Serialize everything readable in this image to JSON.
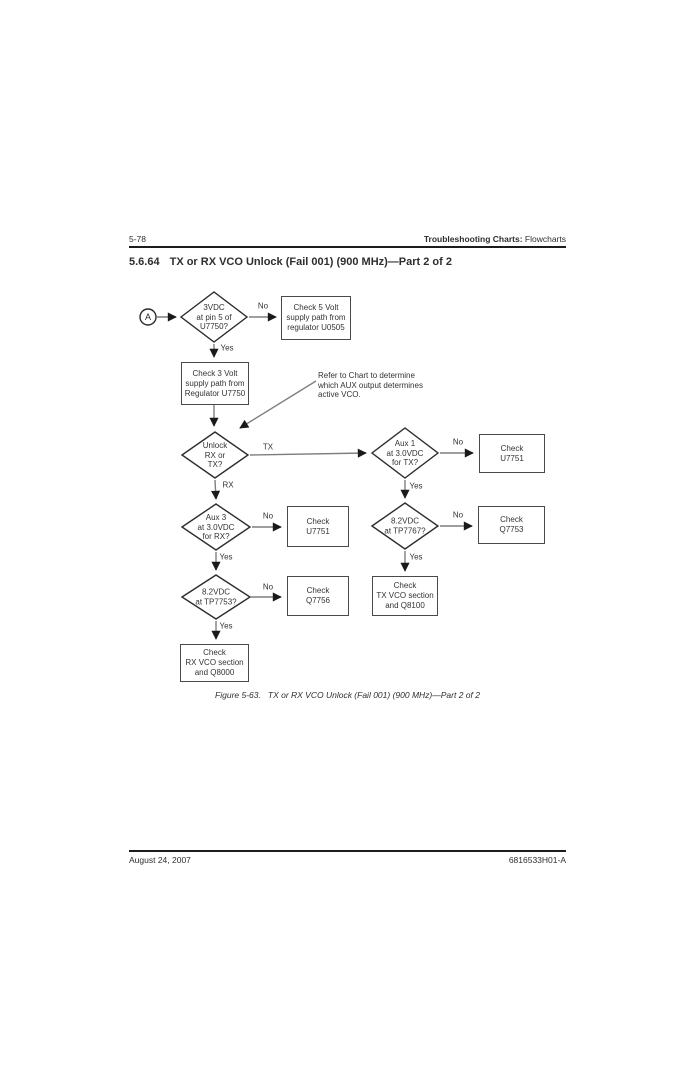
{
  "page": {
    "header": {
      "page_number": "5-78",
      "section_bold": "Troubleshooting Charts:",
      "section_normal": "Flowcharts"
    },
    "title": {
      "number": "5.6.64",
      "text": "TX or RX VCO Unlock (Fail 001) (900 MHz)—Part 2 of 2"
    },
    "caption": {
      "label": "Figure 5-63.",
      "text": "TX or RX VCO Unlock (Fail 001) (900 MHz)—Part 2 of 2"
    },
    "footer": {
      "date": "August 24, 2007",
      "doc_number": "6816533H01-A"
    }
  },
  "flowchart": {
    "connector_a": "A",
    "annotation": "Refer to Chart to determine\nwhich AUX output determines\nactive VCO.",
    "nodes": {
      "d1": "3VDC\nat pin 5 of\nU7750?",
      "b1": "Check 5 Volt\nsupply path from\nregulator U0505",
      "b2": "Check 3 Volt\nsupply path from\nRegulator U7750",
      "d2": "Unlock\nRX or\nTX?",
      "d3": "Aux 1\nat 3.0VDC\nfor TX?",
      "b3": "Check\nU7751",
      "d4": "Aux 3\nat 3.0VDC\nfor RX?",
      "b4": "Check\nU7751",
      "d5": "8.2VDC\nat TP7767?",
      "b5": "Check\nQ7753",
      "d6": "8.2VDC\nat TP7753?",
      "b6": "Check\nQ7756",
      "b7": "Check\nTX VCO section\nand Q8100",
      "b8": "Check\nRX VCO section\nand Q8000"
    },
    "edge_labels": {
      "no1": "No",
      "yes1": "Yes",
      "tx": "TX",
      "rx": "RX",
      "no2": "No",
      "yes2": "Yes",
      "no3": "No",
      "yes3": "Yes",
      "no4": "No",
      "yes4": "Yes",
      "no5": "No",
      "yes5": "Yes"
    },
    "colors": {
      "connector": "#7f7f7f",
      "arrowhead": "#1a1a1a",
      "shape_stroke": "#3c3c3c"
    }
  }
}
